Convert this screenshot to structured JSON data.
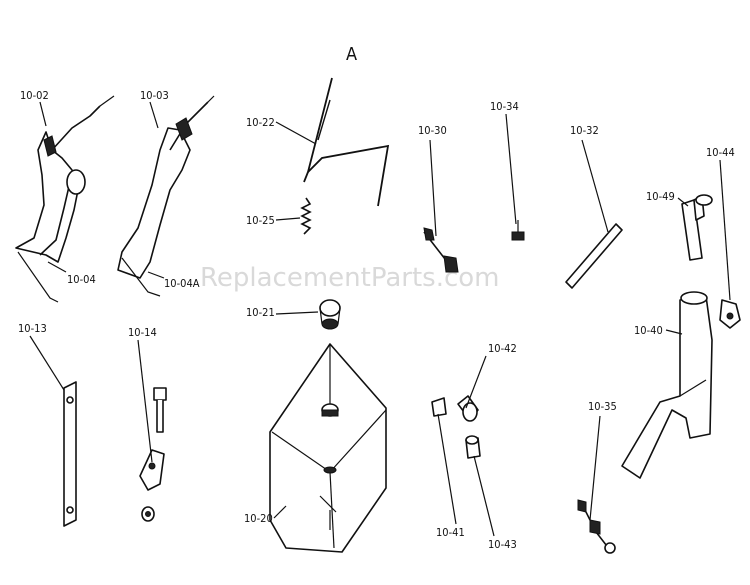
{
  "watermark": "ReplacementParts.com",
  "labels": {
    "p1002": "10-02",
    "p1003": "10-03",
    "p1004": "10-04",
    "p1004a": "10-04A",
    "p1022": "10-22",
    "p1025": "10-25",
    "p1021": "10-21",
    "p1020": "10-20",
    "p1030": "10-30",
    "p1034": "10-34",
    "p1032": "10-32",
    "p1049": "10-49",
    "p1044": "10-44",
    "p1013": "10-13",
    "p1014": "10-14",
    "p1042": "10-42",
    "p1041": "10-41",
    "p1043": "10-43",
    "p1035": "10-35",
    "p1040": "10-40",
    "arrow_mark": "A"
  }
}
